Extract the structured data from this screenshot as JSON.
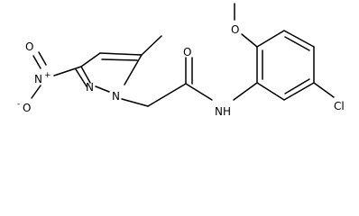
{
  "molecule": {
    "atoms": {
      "methyl_pyrazole": "",
      "ring_n1": "N",
      "ring_n2": "N",
      "nitro_n": "N",
      "nitro_plus": "+",
      "nitro_o_top": "O",
      "nitro_o_minus": "O",
      "nitro_o_minus_charge": "-",
      "carbonyl_o": "O",
      "amide_n": "N",
      "amide_h": "H",
      "methoxy_o": "O",
      "chloro": "Cl"
    }
  }
}
